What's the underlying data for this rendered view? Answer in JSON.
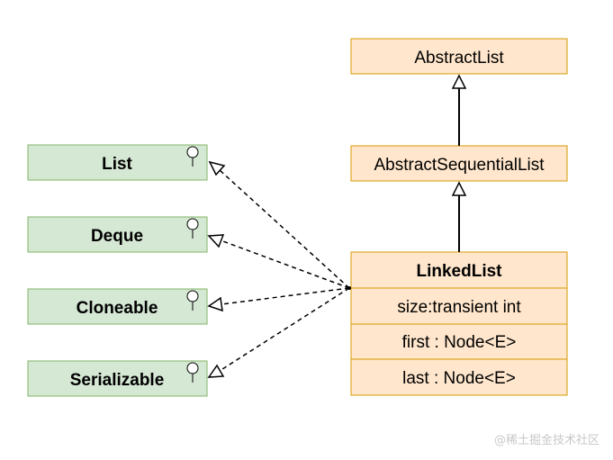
{
  "interfaces": [
    {
      "name": "List"
    },
    {
      "name": "Deque"
    },
    {
      "name": "Cloneable"
    },
    {
      "name": "Serializable"
    }
  ],
  "classes": {
    "abstract_list": {
      "name": "AbstractList"
    },
    "abstract_sequential_list": {
      "name": "AbstractSequentialList"
    },
    "linked_list": {
      "name": "LinkedList",
      "fields": [
        "size:transient int",
        "first : Node<E>",
        "last : Node<E>"
      ]
    }
  },
  "watermark": "@稀土掘金技术社区",
  "colors": {
    "interface_fill": "#d5e8d4",
    "interface_stroke": "#82b366",
    "class_fill": "#ffe6cc",
    "class_stroke": "#d79b00"
  }
}
